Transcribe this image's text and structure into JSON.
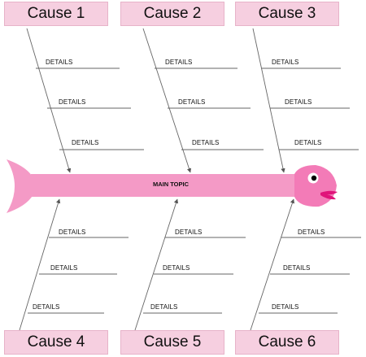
{
  "diagram": {
    "main_topic": "MAIN TOPIC",
    "colors": {
      "body": "#f49ac6",
      "head": "#f37bb7",
      "box": "#f6cfe0",
      "line": "#666666",
      "lip": "#e0137a"
    },
    "causes": [
      {
        "label": "Cause 1",
        "details": [
          "DETAILS",
          "DETAILS",
          "DETAILS"
        ]
      },
      {
        "label": "Cause 2",
        "details": [
          "DETAILS",
          "DETAILS",
          "DETAILS"
        ]
      },
      {
        "label": "Cause 3",
        "details": [
          "DETAILS",
          "DETAILS",
          "DETAILS"
        ]
      },
      {
        "label": "Cause 4",
        "details": [
          "DETAILS",
          "DETAILS",
          "DETAILS"
        ]
      },
      {
        "label": "Cause 5",
        "details": [
          "DETAILS",
          "DETAILS",
          "DETAILS"
        ]
      },
      {
        "label": "Cause 6",
        "details": [
          "DETAILS",
          "DETAILS",
          "DETAILS"
        ]
      }
    ]
  }
}
